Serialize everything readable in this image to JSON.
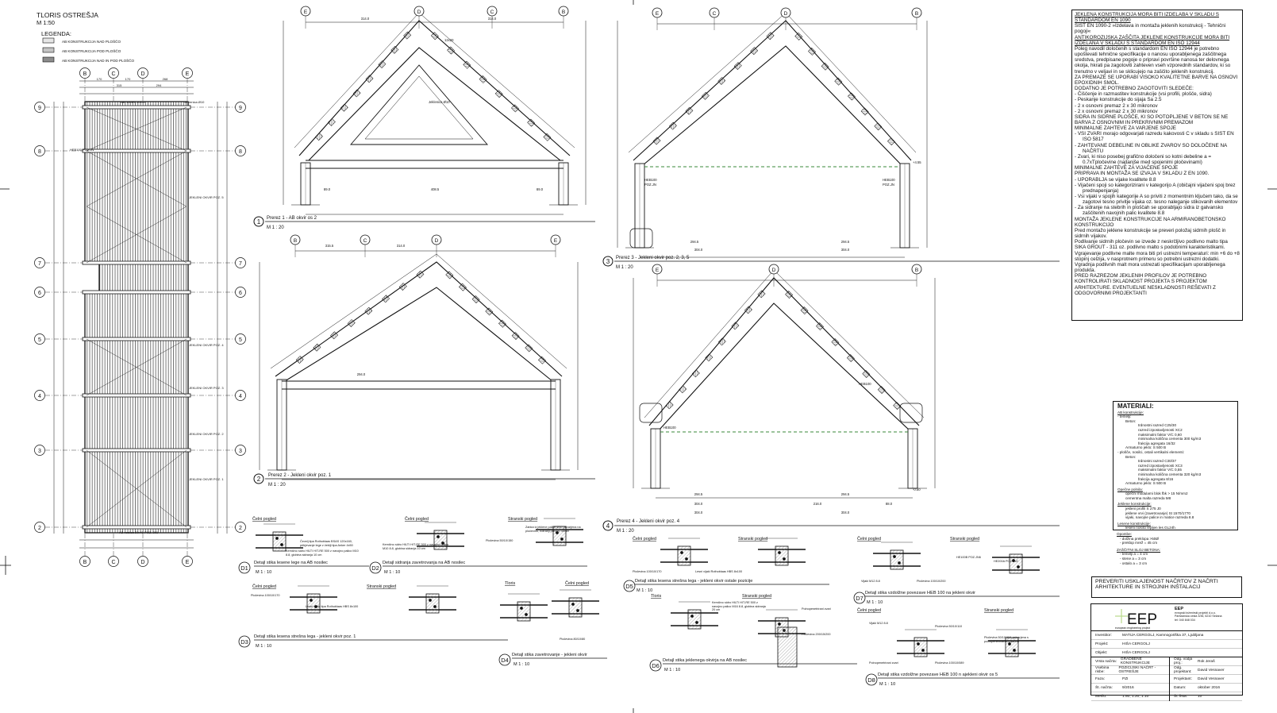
{
  "plan": {
    "title": "TLORIS OSTREŠJA",
    "scale": "M 1:50",
    "legend_title": "LEGENDA:",
    "legend": [
      {
        "label": "AB KONSTRUKCIJA NAD PLOŠČO",
        "color": "#e6e6e6"
      },
      {
        "label": "AB KONSTRUKCIJA POD PLOŠČO",
        "color": "#c4c4c4"
      },
      {
        "label": "AB KONSTRUKCIJA NAD IN POD PLOŠČO",
        "color": "#8c8c8c"
      }
    ],
    "col_axes": [
      "B",
      "C",
      "D",
      "E"
    ],
    "row_axes": [
      "9",
      "8",
      "7",
      "6",
      "5",
      "4",
      "3",
      "2"
    ],
    "top_dims": [
      "170",
      "170",
      "268",
      "315",
      "294"
    ],
    "labels": [
      "AB nosilec 20x40",
      "Jeklenica Ø10",
      "JEKLENI OKVIR POZ. 5",
      "JEKLENI OKVIR POZ. 4",
      "JEKLENI OKVIR POZ. 3",
      "JEKLENI OKVIR POZ. 2",
      "JEKLENI OKVIR POZ. 1",
      "HEB100 POZ.JN",
      "AB nosilec 20x40 POZ. 201"
    ]
  },
  "sections": [
    {
      "num": "1",
      "title": "Prerez 1 - AB okvir os 2",
      "scale": "M  1 : 20",
      "axes": [
        "E",
        "D",
        "C",
        "B"
      ],
      "dims": [
        "314.0",
        "314.0",
        "408.5",
        "89.0",
        "89.0"
      ]
    },
    {
      "num": "2",
      "title": "Prerez 2 - Jekleni okvir poz. 1",
      "scale": "M  1 : 20",
      "axes": [
        "B",
        "C",
        "D",
        "E"
      ],
      "dims": [
        "315.5",
        "314.0",
        "294.0"
      ]
    },
    {
      "num": "3",
      "title": "Prerez 3 - Jekleni okvir poz. 2, 3, 5",
      "scale": "M  1 : 20",
      "axes": [
        "E",
        "C",
        "D",
        "B"
      ],
      "dims": [
        "294.5",
        "294.5",
        "304.0",
        "304.0"
      ]
    },
    {
      "num": "4",
      "title": "Prerez 4 - Jekleni okvir poz. 4",
      "scale": "M  1 : 20",
      "axes": [
        "E",
        "D",
        "B"
      ],
      "dims": [
        "294.5",
        "294.5",
        "304.0",
        "216.0",
        "88.0",
        "304.0",
        "304.0"
      ]
    }
  ],
  "member_labels": [
    "12x20",
    "HEB100",
    "POZ.JN",
    "+4.55",
    "-0.50",
    "Jeklenica Ø10"
  ],
  "details": [
    {
      "num": "D1",
      "title": "Detajl stika lesene lege na AB nosilec",
      "scale": "M  1 : 10",
      "views": [
        "Čelni pogled"
      ],
      "notes": [
        "Čevelj tipa Rothoblaas BSAS 120x160, pritrjevanje lege z žeblji tipa Anker 4x50",
        "Kemično sidro HILTI HIT-RE 500 z navojno palico M10 8.8, globina sidranja 10 cm"
      ]
    },
    {
      "num": "D2",
      "title": "Detajl sidranja zavetrovanja na AB nosilec",
      "scale": "M  1 : 10",
      "views": [
        "Čelni pogled",
        "Stranski pogled"
      ],
      "notes": [
        "Pločevina 50/10/150",
        "Kemično sidro HILTI HIT-RE 500 z navojno palico M10 8.8, globina sidranja 10 cm",
        "Zanka iz jeklene palice Ø10 privarjena na pločevino, notranji premer 40mm"
      ]
    },
    {
      "num": "D3",
      "title": "Detajl stika lesena strešna lega - jekleni okvir poz. 1",
      "scale": "M  1 : 10",
      "views": [
        "Čelni pogled",
        "Stranski pogled"
      ],
      "notes": [
        "Pločevina 100/10/170",
        "Lesni vijaki tipa Rothoblaas HBS 8x100"
      ]
    },
    {
      "num": "D4",
      "title": "Detajl stika zavetrovanje - jekleni okvir",
      "scale": "M  1 : 10",
      "views": [
        "Tloris",
        "Čelni pogled"
      ],
      "notes": [
        "Pločevina 80/10/80"
      ]
    },
    {
      "num": "D5",
      "title": "Detajl stika lesena strešna lega - jekleni okvir ostale pozicije",
      "scale": "M  1 : 10",
      "views": [
        "Čelni pogled",
        "Stranski pogled"
      ],
      "notes": [
        "Pločevina 100/10/170",
        "Lesni vijaki Rothoblaas HBS 8x100"
      ]
    },
    {
      "num": "D6",
      "title": "Detajl stika jeklenega okvirja na AB nosilec",
      "scale": "M  1 : 10",
      "views": [
        "Tloris",
        "Stranski pogled"
      ],
      "notes": [
        "Kemično sidro HILTI HIT-RE 500 z navojno palico M16 8.8, globina sidranja 20 cm",
        "Polnopenetrirani zvari",
        "Pločevina 200/15/200"
      ]
    },
    {
      "num": "D7",
      "title": "Detajl stika vzdolžne povezave HEB 100 na jekleni okvir",
      "scale": "M  1 : 10",
      "views": [
        "Čelni pogled",
        "Stranski pogled"
      ],
      "notes": [
        "Vijaki M12 8.8",
        "Pločevina 100/10/200",
        "HE200A POZ.JN2",
        "HE100B POZ.JN6"
      ]
    },
    {
      "num": "D8",
      "title": "Detajl stika vzdolžne povezave HEB 100 n ajekleni okvir os 5",
      "scale": "M  1 : 10",
      "views": [
        "Čelni pogled",
        "Stranski pogled"
      ],
      "notes": [
        "Vijaki M12 8.8",
        "Pločevina 50/10/110",
        "Polnopenetrirani zvari",
        "Pločevina 100/10/089",
        "Pločevina 50/10/110, privarjena s polnopenetriranim zvarom"
      ]
    }
  ],
  "notes": [
    {
      "t": "JEKLENA KONSTRUKCIJA MORA BITI IZDELABA V SKLADU S STANDARDOM EN 1090",
      "s": "u"
    },
    {
      "t": "SIST EN 1090-2 »Izdelava in montaža jeklenih konstrukcij - Tehnični pogoji«",
      "s": ""
    },
    {
      "t": " ",
      "s": ""
    },
    {
      "t": "ANTIKOROZIJSKA ZAŠČITA JEKLENE KONSTRUKCIJE MORA BITI IZDELANA V SKLADU S STANDARDOM EN ISO 12944",
      "s": "u"
    },
    {
      "t": "Poleg navodil določenih s standardom EN ISO 12944 je potrebno upoštevati tehnične specifikacije o nanosu uporabljenega zaščitnega sredstva, predpisane pogoje o pripravi površine nanosa ter delovnega okolja, hkrati pa zagotoviti zahteven vseh vzporednih standardov, ki so trenutno v veljavi in se sklicujejo na zaščito jeklenih konstrukcij.",
      "s": ""
    },
    {
      "t": "ZA PREMAZE SE UPORABI VISOKO KVALITETNE BARVE NA OSNOVI EPOXIDNIH SMOL.",
      "s": ""
    },
    {
      "t": "DODATNO JE POTREBNO ZAGOTOVITI SLEDEČE:",
      "s": ""
    },
    {
      "t": "-    Čiščenje in razmastitev konstrukcije (vsi profili, plošče, sidra)",
      "s": "ind"
    },
    {
      "t": "-    Peskanje konstrukcije do sijaja Sa 2.5",
      "s": "ind"
    },
    {
      "t": "-    2 x osnovni premaz 2 x 30 mikronov",
      "s": "ind"
    },
    {
      "t": "-    2 x osnovni premaz 2 x 30 mikronov",
      "s": "ind"
    },
    {
      "t": "SIDRA IN SIDRNE PLOŠČE, KI SO POTOPLJENE V BETON SE NE BARVA Z OSNOVNIM IN PREKRIVNIM PREMAZOM",
      "s": ""
    },
    {
      "t": " ",
      "s": ""
    },
    {
      "t": "MINIMALNE ZAHTEVE ZA VARJENE SPOJE",
      "s": ""
    },
    {
      "t": "-    VSI ZVARI morajo odgovarjati razredu kakovosti C v skladu s SIST EN ISO 5817",
      "s": "ind"
    },
    {
      "t": "-    ZAHTEVANE DEBELINE IN OBLIKE ZVAROV SO DOLOČENE NA NAČRTU",
      "s": "ind"
    },
    {
      "t": "-    Zvari, ki niso posebej grafično določeni so kotni debeline a = 0.7xTpločevine (najtanjše med spojenimi pločevinami)",
      "s": "ind"
    },
    {
      "t": "MINIMALNE ZAHTEVE ZA VIJAČENE SPOJE",
      "s": ""
    },
    {
      "t": "PRIPRAVA IN MONTAŽA SE IZVAJA V SKLADU Z EN 1090.",
      "s": ""
    },
    {
      "t": "-    UPORABLJA se vijake kvalitete 8.8",
      "s": "ind"
    },
    {
      "t": "-    Vijačeni spoji so kategorizirani v kategorijo A (običajni vijačeni spoj brez prednapenjanja)",
      "s": "ind"
    },
    {
      "t": "-    Vsi vijaki v spojih kategorije A so priviti z momentnim ključem tako, da se zagotovi tesno privitje vijaka oz. tesno naleganje stikovanih elementov",
      "s": "ind"
    },
    {
      "t": "-    Za sidranje na stebrih in ploščah se uporabljajo sidra iz galvansko zaščitenih navojnih palic kvalitete 8.8",
      "s": "ind"
    },
    {
      "t": " ",
      "s": ""
    },
    {
      "t": "MONTAŽA JEKLENE KONSTRUKCIJE NA ARMIRANOBETONSKO KONSTRUKCIJO",
      "s": ""
    },
    {
      "t": "Pred montažo jeklene konstrukcije se preveri položaj sidrnih plošč in sidrnih vijakov.",
      "s": ""
    },
    {
      "t": "Podlivanje sidrnih pločevin se izvede z neskrčljivo podlivno malto tipa SIKA GROUT - 311 oz. podlivno malto s podobnimi karakteristikami.",
      "s": ""
    },
    {
      "t": "Vgrajevanje podlivne malte mora biti pri ustrezni temperaturi: min +6 do +8 stopinj celzija, v nasprotnem primeru so potrebni ustrezni dodatki.",
      "s": ""
    },
    {
      "t": "Vgradnja podlivnih malt mora ustrezati specifikacijam uporabljenega produkta.",
      "s": ""
    },
    {
      "t": "PRED RAZREZOM JEKLENIH PROFILOV JE POTREBNO KONTROLIRATI SKLADNOST PROJEKTA S PROJEKTOM ARHITEKTURE. EVENTUELNE NESKLADNOSTI REŠEVATI Z ODGOVORNIMI PROJEKTANTI",
      "s": ""
    }
  ],
  "materials": {
    "title": "MATERIALI:",
    "lines": [
      {
        "t": "AB konstrukcije:",
        "s": "u"
      },
      {
        "t": "- temelji:",
        "s": ""
      },
      {
        "t": "Beton:",
        "s": "i1"
      },
      {
        "t": "trdnostni razred C25/30",
        "s": "i2"
      },
      {
        "t": "razred izpostavljenosti XC2",
        "s": "i2"
      },
      {
        "t": "maksimalni faktor V/C 0,60",
        "s": "i2"
      },
      {
        "t": "minimalna količina cementa 300 kg/m3",
        "s": "i2"
      },
      {
        "t": "frakcija agregata 16/32",
        "s": "i2"
      },
      {
        "t": "Armaturno jeklo: S 500 B",
        "s": "i1"
      },
      {
        "t": "- plošče, nosilci, ostali vertikalni elementi:",
        "s": ""
      },
      {
        "t": "Beton:",
        "s": "i1"
      },
      {
        "t": "trdnostni razred C30/37",
        "s": "i2"
      },
      {
        "t": "razred izpostavljenosti XC3",
        "s": "i2"
      },
      {
        "t": "maksimalni faktor V/C 0,55",
        "s": "i2"
      },
      {
        "t": "minimalna količina cementa 320 kg/m3",
        "s": "i2"
      },
      {
        "t": "frakcija agregata 8/16",
        "s": "i2"
      },
      {
        "t": "Armaturno jeklo: S 500 B",
        "s": "i1"
      },
      {
        "t": "Opečne polnila:",
        "s": "u"
      },
      {
        "t": "opečni modularni blok fbk > 15 N/mm2",
        "s": "i1"
      },
      {
        "t": "cementna malta razreda M8",
        "s": "i1"
      },
      {
        "t": "Jeklene konstrukcije:",
        "s": "u"
      },
      {
        "t": "jekleni profili                                        S 275 J0",
        "s": "i1"
      },
      {
        "t": "jeklene vrvi (zavetrovanje)                  St 1570/1770",
        "s": "i1"
      },
      {
        "t": "vijaki, navojne palice in matice razreda 8.8",
        "s": "i1"
      },
      {
        "t": "Lesene konstrukcije:",
        "s": "u"
      },
      {
        "t": "leseni nosilci              lepljen les GL24h",
        "s": "i1"
      }
    ]
  },
  "opombe": {
    "title": "Opombe:",
    "lines": [
      "-      dolžina preklopa >50Ø",
      "-      preklop mrež = 45 cm"
    ],
    "cover_title": "ZAŠČITNI SLOJ BETONA:",
    "cover": [
      "-      temelji                    a = 4 cm",
      "-      stene                      a = 3 cm",
      "-      ostalo                     a = 3 cm"
    ]
  },
  "check_note": "PREVERITI USKLAJENOST NAČRTOV Z NAČRTI ARHITEKTURE IN STROJNIH INŠTALACIJ",
  "title_block": {
    "logo": "EEP",
    "logo_sub": "european engineering project",
    "company": "EEP",
    "company_lines": [
      "evropski inženirski projekti d.o.o.",
      "Partizanska cesta 3/36, 6210 Sežana",
      "tel: 040 848 034"
    ],
    "rows_top": [
      {
        "k": "Investitor:",
        "v": "MATIJA CERGOLJ, Kamnogoriška 37, Ljubljana"
      },
      {
        "k": "Projekt:",
        "v": "HIŠA CERGOLJ"
      },
      {
        "k": "Objekt:",
        "v": "HIŠA CERGOLJ"
      }
    ],
    "rows_left": [
      {
        "k": "Vrsta načrta:",
        "v": "GRADBENE KONSTRUKCIJE"
      },
      {
        "k": "Vsebina risbe:",
        "v": "POZICIJSKI NAČRT - OSTREŠJE"
      },
      {
        "k": "Faza:",
        "v": "PZI"
      },
      {
        "k": "Št. načrta:",
        "v": "9/2016"
      },
      {
        "k": "Merilo:",
        "v": "1:50, 1:20, 1:10"
      }
    ],
    "rows_right": [
      {
        "k": "Odg. vodja proj.:",
        "v": "Rok Jeraš"
      },
      {
        "k": "Odg. projektant:",
        "v": "David Vesnaver"
      },
      {
        "k": "Projektant:",
        "v": "David Vesnaver"
      },
      {
        "k": "Datum:",
        "v": "oktober 2016"
      },
      {
        "k": "Št. lista:",
        "v": "10"
      }
    ]
  }
}
